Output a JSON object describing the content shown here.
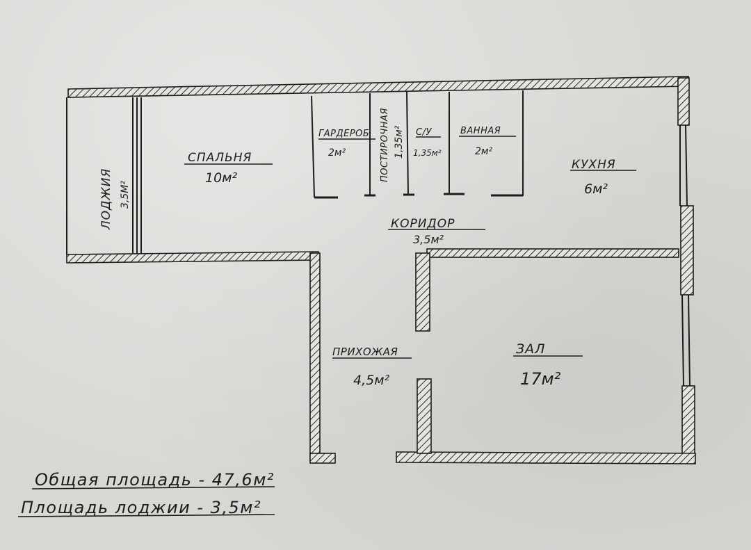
{
  "rooms": {
    "loggia": {
      "name": "ЛОДЖИЯ",
      "area": "3,5М²"
    },
    "bedroom": {
      "name": "СПАЛЬНЯ",
      "area": "10м²"
    },
    "wardrobe": {
      "name": "ГАРДЕРОБ",
      "area": "2м²"
    },
    "linen": {
      "name": "ПОСТИРОЧНАЯ",
      "area": "1,35м²"
    },
    "wc": {
      "name": "С/У",
      "area": "1,35м²"
    },
    "bath": {
      "name": "ВАННАЯ",
      "area": "2м²"
    },
    "kitchen": {
      "name": "КУХНЯ",
      "area": "6м²"
    },
    "corridor": {
      "name": "КОРИДОР",
      "area": "3,5м²"
    },
    "hall": {
      "name": "ПРИХОЖАЯ",
      "area": "4,5м²"
    },
    "living": {
      "name": "ЗАЛ",
      "area": "17м²"
    }
  },
  "totals": {
    "total_area": "Общая площадь - 47,6м²",
    "loggia_area": "Площадь лоджии - 3,5м²"
  },
  "colors": {
    "ink": "#1c1c1c",
    "paper": "#d8d8d5",
    "hatch": "#2a2a2a"
  }
}
